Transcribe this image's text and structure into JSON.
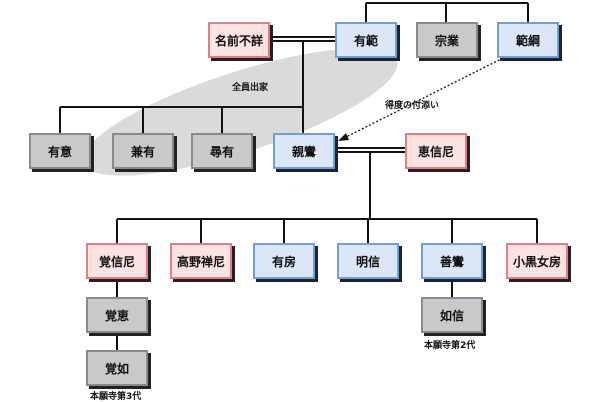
{
  "people": {
    "meizen_fusho": "名前不詳",
    "arinori": "有範",
    "sogyo": "宗業",
    "noritsuna": "範綱",
    "arii": "有意",
    "kanenari": "兼有",
    "hiroari": "尋有",
    "shinran": "親鸞",
    "eshinni": "恵信尼",
    "kakushinni": "覚信尼",
    "takano_zenni": "高野禅尼",
    "aribo": "有房",
    "myoshin": "明信",
    "zenran": "善鸞",
    "koguro_nyobo": "小黒女房",
    "kakue": "覚恵",
    "nyoshin": "如信",
    "kakunyo": "覚如"
  },
  "labels": {
    "all_ordained": "全員出家",
    "tokudo": "得度の付添い",
    "honganji_2": "本願寺第2代",
    "honganji_3": "本願寺第3代"
  }
}
